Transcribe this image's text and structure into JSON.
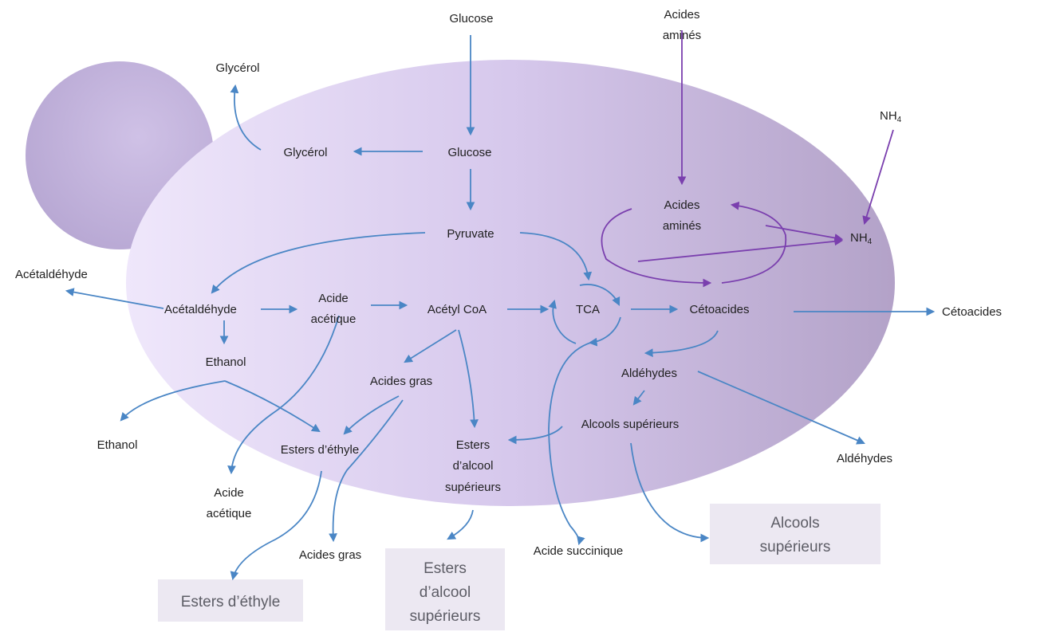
{
  "colors": {
    "blue_arrow": "#4a86c5",
    "purple_arrow": "#7a3fae",
    "cell_light": "#efe7fb",
    "cell_dark": "#b7a7cc",
    "bud": "#c3b4dd",
    "product_box": "#ece8f2",
    "text": "#1f1f1f",
    "box_text": "#5d5d66"
  },
  "labels": {
    "glucose_ext": "Glucose",
    "acides_amines_ext_1": "Acides",
    "acides_amines_ext_2": "aminés",
    "glycerol_ext": "Glycérol",
    "nh4_ext": "NH",
    "nh4_ext_sub": "4",
    "glycerol_int": "Glycérol",
    "glucose_int": "Glucose",
    "pyruvate": "Pyruvate",
    "acides_amines_int_1": "Acides",
    "acides_amines_int_2": "aminés",
    "nh4_int": "NH",
    "nh4_int_sub": "4",
    "acetaldehyde_ext": "Acétaldéhyde",
    "acetaldehyde_int": "Acétaldéhyde",
    "acide_acetique_int_1": "Acide",
    "acide_acetique_int_2": "acétique",
    "acetyl_coa": "Acétyl CoA",
    "tca": "TCA",
    "cetoacides_int": "Cétoacides",
    "cetoacides_ext": "Cétoacides",
    "ethanol_int": "Ethanol",
    "acides_gras_int": "Acides gras",
    "aldehydes_int": "Aldéhydes",
    "alcools_superieurs_int": "Alcools supérieurs",
    "ethanol_ext": "Ethanol",
    "esters_ethyle_int": "Esters d’éthyle",
    "esters_alcool_int_1": "Esters",
    "esters_alcool_int_2": "d’alcool",
    "esters_alcool_int_3": "supérieurs",
    "aldehydes_ext": "Aldéhydes",
    "acide_acetique_ext_1": "Acide",
    "acide_acetique_ext_2": "acétique",
    "acides_gras_ext": "Acides gras",
    "acide_succinique": "Acide succinique",
    "box_esters_ethyle": "Esters d’éthyle",
    "box_esters_alcool_1": "Esters",
    "box_esters_alcool_2": "d’alcool",
    "box_esters_alcool_3": "supérieurs",
    "box_alcools_1": "Alcools",
    "box_alcools_2": "supérieurs"
  }
}
